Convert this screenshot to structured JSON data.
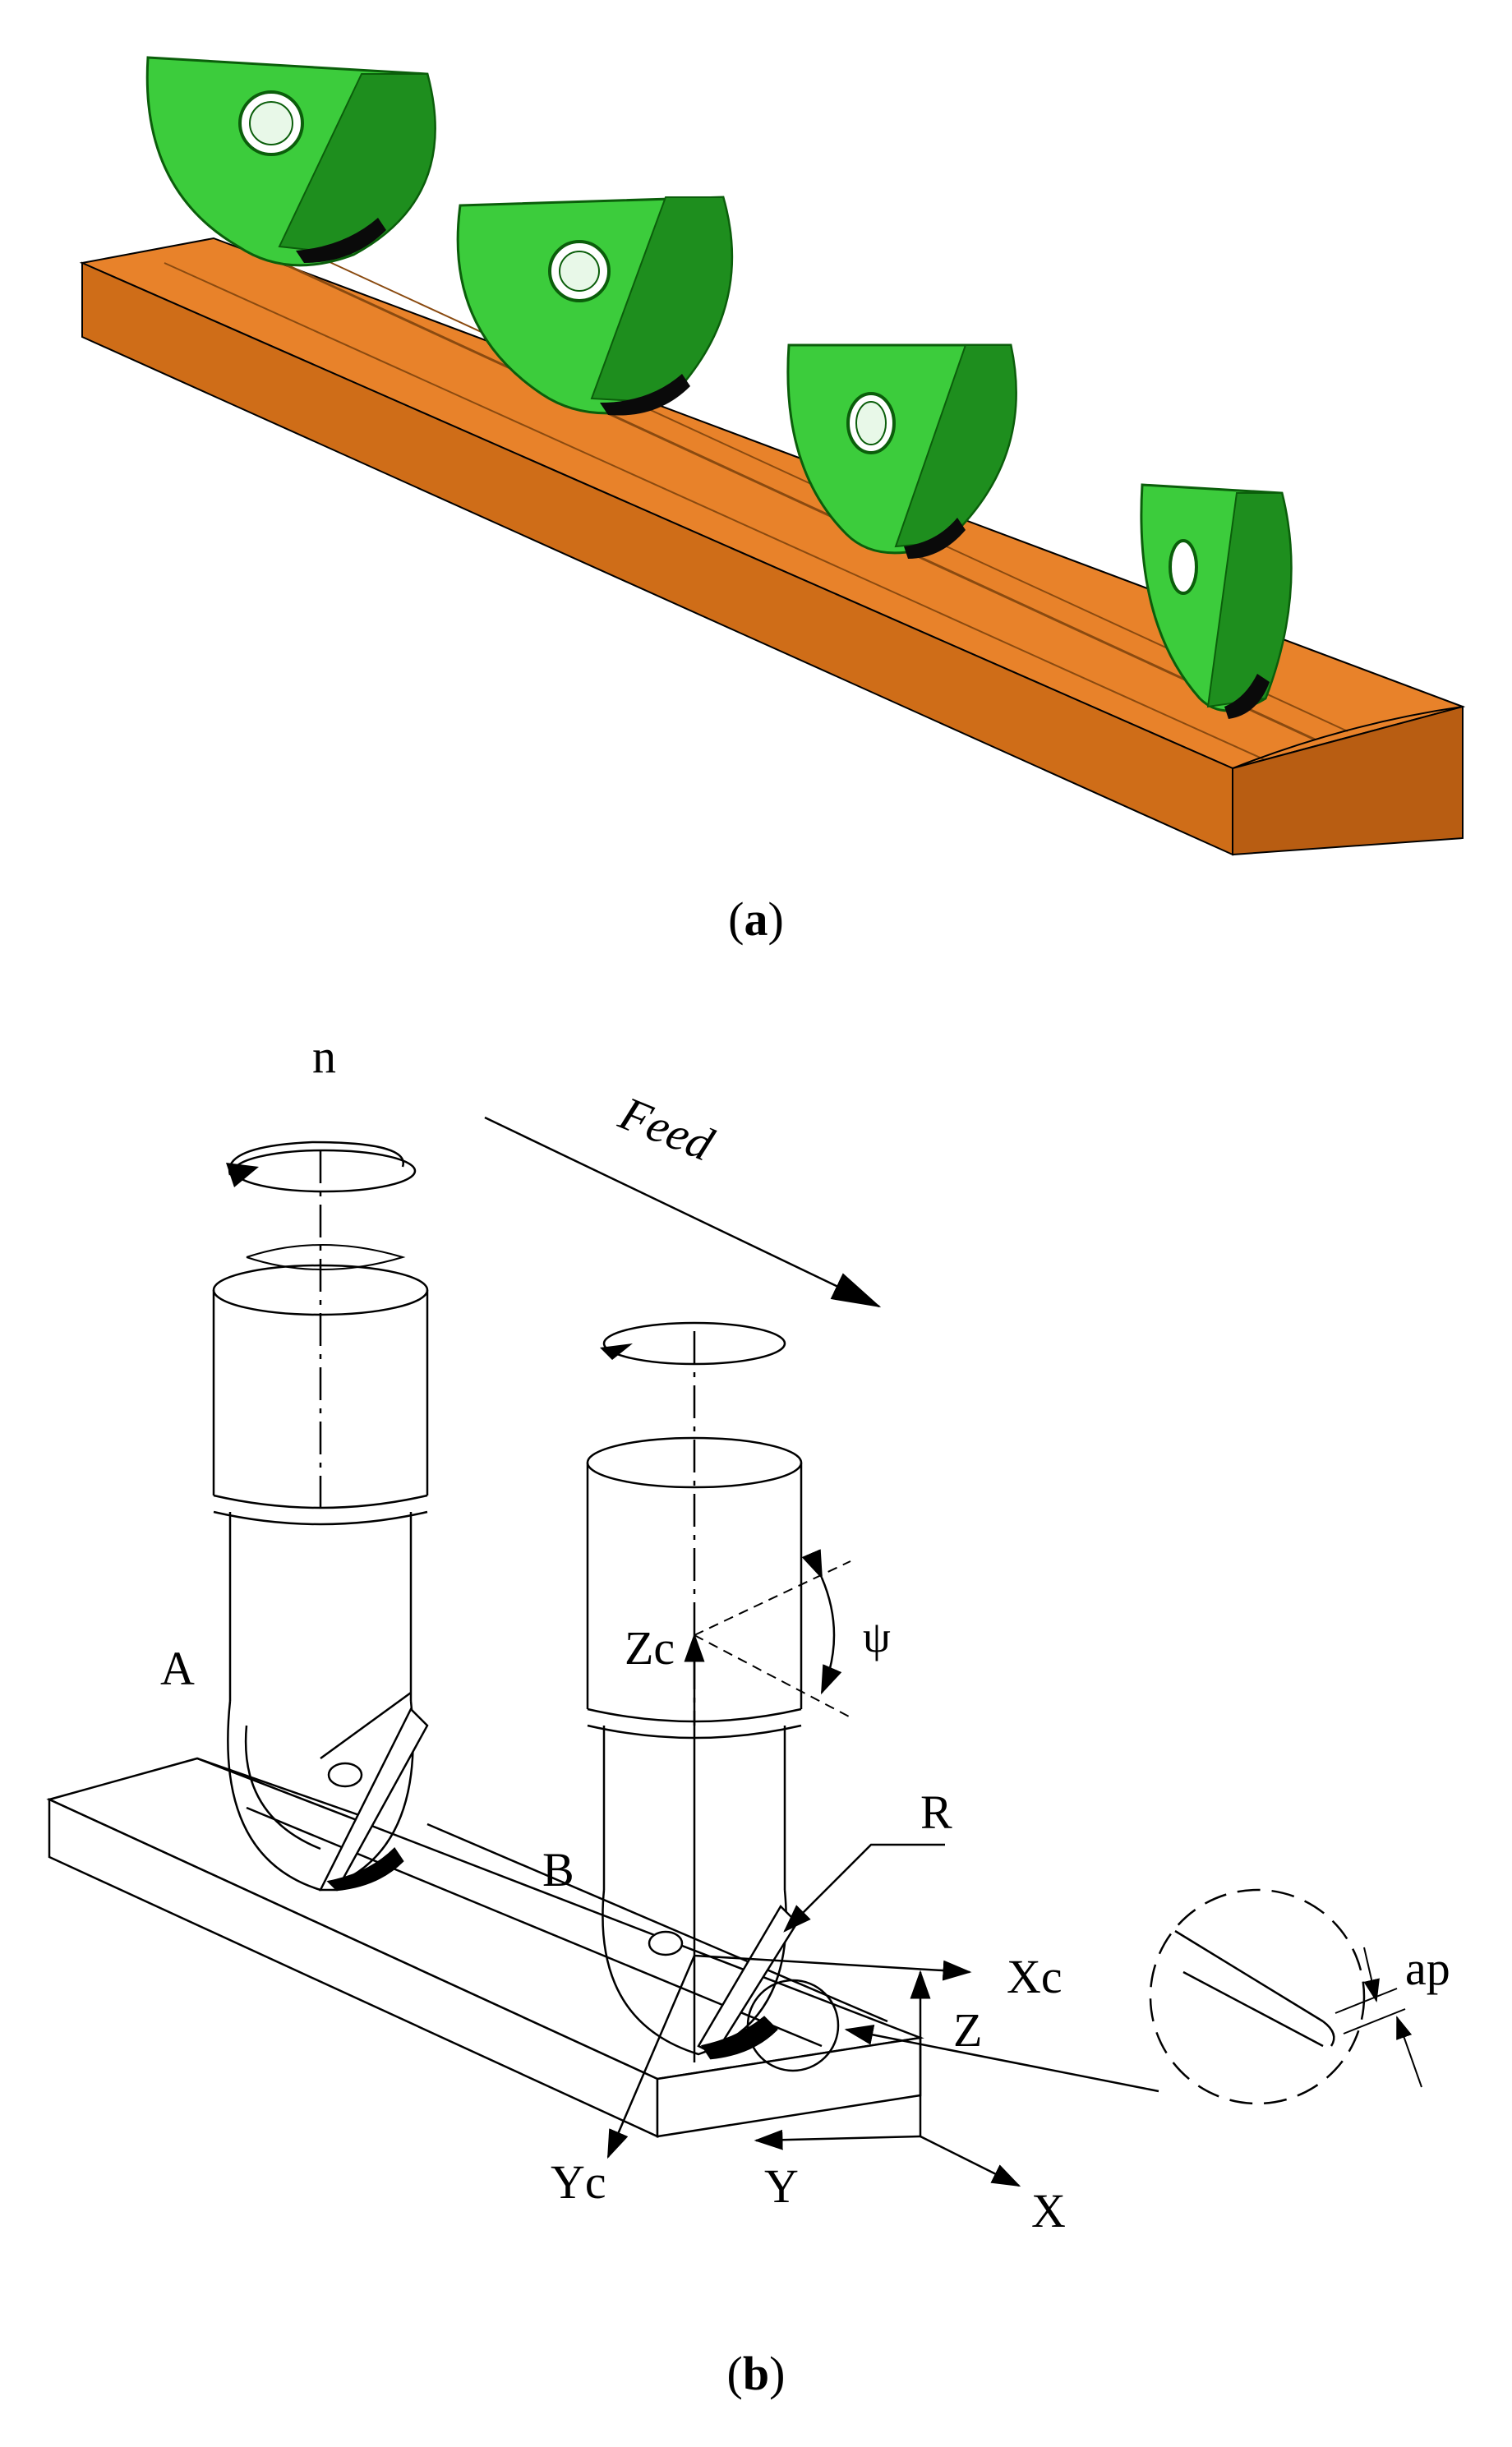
{
  "figure": {
    "panel_a": {
      "caption_open": "(",
      "caption_letter": "a",
      "caption_close": ")"
    },
    "panel_b": {
      "caption_open": "(",
      "caption_letter": "b",
      "caption_close": ")",
      "labels": {
        "spindle_speed": "n",
        "feed": "Feed",
        "tool_a": "A",
        "tool_b": "B",
        "zc": "Zc",
        "xc": "Xc",
        "yc": "Yc",
        "tilt_angle": "ψ",
        "radius": "R",
        "depth_of_cut": "ap",
        "axis_x": "X",
        "axis_y": "Y",
        "axis_z": "Z"
      }
    }
  },
  "colors": {
    "workpiece": "#e8822a",
    "workpiece_dark": "#b85d12",
    "workpiece_side": "#cf6d18",
    "cutter": "#3ccc3c",
    "cutter_dark": "#1e8e1e",
    "cutter_edge": "#0a0a0a",
    "line": "#000000"
  }
}
